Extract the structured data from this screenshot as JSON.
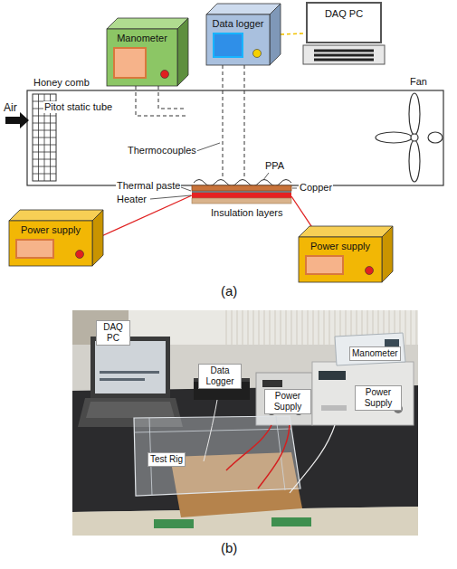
{
  "diagram": {
    "nodes": [
      {
        "text": [
          "Manometer"
        ]
      },
      {
        "text": [
          "Data logger"
        ]
      },
      {
        "text": [
          "DAQ PC"
        ]
      },
      {
        "text": [
          "Power supply"
        ]
      },
      {
        "text": [
          "Power supply"
        ]
      }
    ],
    "edges": [
      {
        "from": 1,
        "to": 2,
        "arrow": "none"
      }
    ],
    "labels": [
      "Honey comb",
      "Air",
      "Pitot static tube",
      "Thermocouples",
      "PPA",
      "Thermal paste",
      "Copper",
      "Heater",
      "Insulation layers",
      "Fan",
      "(a)",
      "DAQ PC",
      "Data Logger",
      "Power Supply",
      "Manometer",
      "Power Supply",
      "Test Rig",
      "(b)"
    ]
  }
}
